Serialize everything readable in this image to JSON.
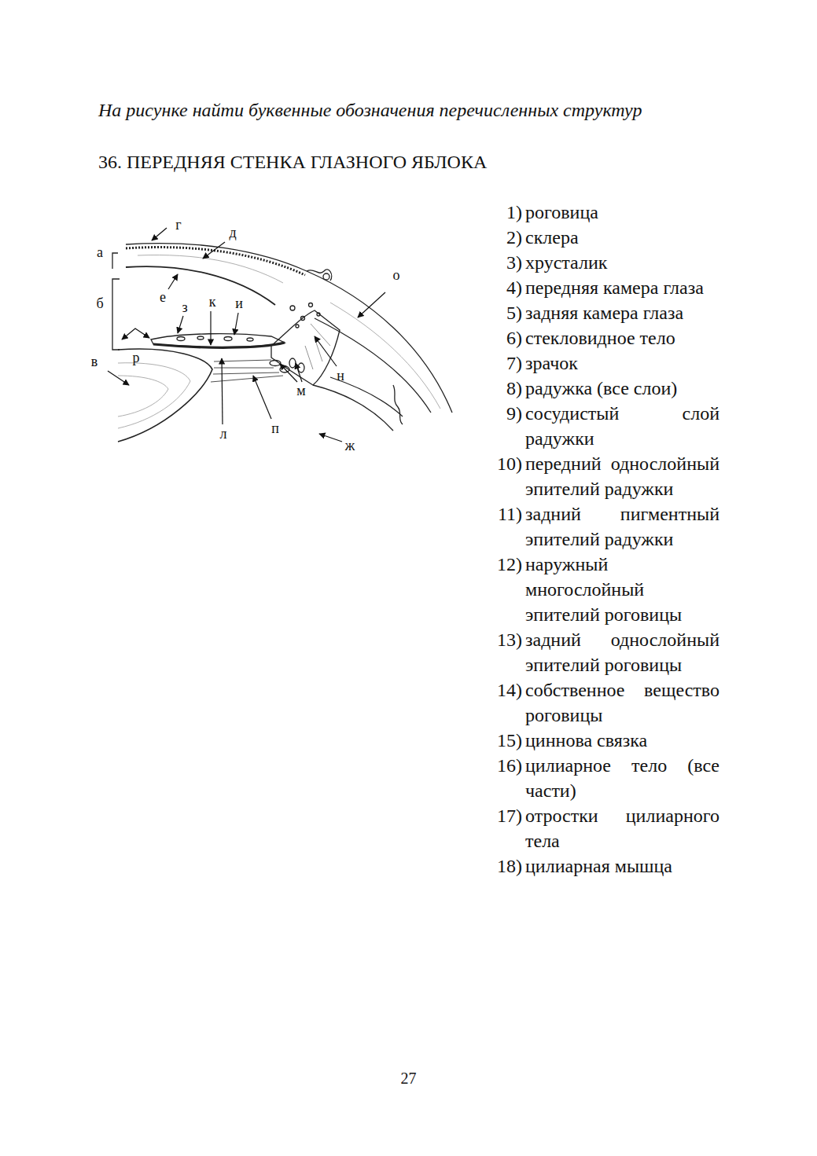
{
  "diagram": {
    "title": "36. ПЕРЕДНЯЯ СТЕНКА ГЛАЗНОГО ЯБЛОКА",
    "labels": [
      "На рисунке найти буквенные обозначения перечисленных структур",
      "г",
      "д",
      "а",
      "о",
      "б",
      "е",
      "з",
      "к",
      "и",
      "р",
      "в",
      "н",
      "м",
      "л",
      "п",
      "ж",
      "1)",
      "роговица",
      "2)",
      "склера",
      "3)",
      "хрусталик",
      "4)",
      "передняя камера глаза",
      "5)",
      "задняя камера глаза",
      "6)",
      "стекловидное тело",
      "7)",
      "зрачок",
      "8)",
      "радужка (все слои)",
      "9)",
      "сосудистый слой радужки",
      "10)",
      "передний однослойный эпителий радужки",
      "11)",
      "задний пигментный эпителий радужки",
      "12)",
      "наружный многослойный эпителий роговицы",
      "13)",
      "задний однослойный эпителий роговицы",
      "14)",
      "собственное вещество роговицы",
      "15)",
      "циннова связка",
      "16)",
      "цилиарное тело (все части)",
      "17)",
      "отростки цилиарного тела",
      "18)",
      "цилиарная мышца",
      "27"
    ]
  }
}
